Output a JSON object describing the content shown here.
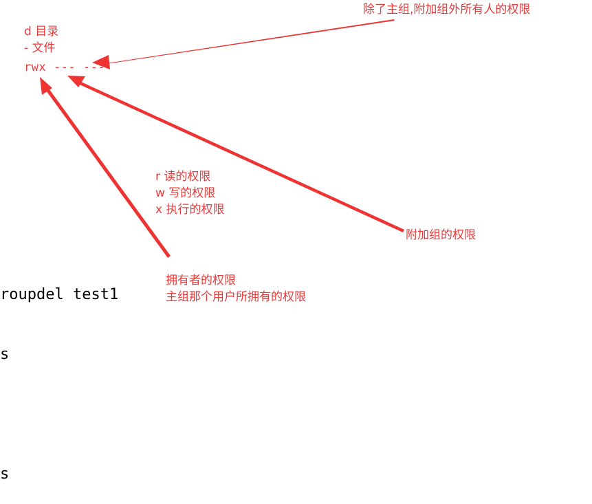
{
  "legend_types": {
    "dir": "d  目录",
    "file": "-  文件"
  },
  "legend_rwx": "rwx  ---   ---",
  "annotations": {
    "others": "除了主组,附加组外所有人的权限",
    "perm_read": "r  读的权限",
    "perm_write": "w 写的权限",
    "perm_exec": "x 执行的权限",
    "group": "附加组的权限",
    "owner_line1": "拥有者的权限",
    "owner_line2": "主组那个用户所拥有的权限"
  },
  "terminal": {
    "line1": "roupdel test1",
    "line2": "s",
    "line3": "",
    "line4": "s"
  },
  "colors": {
    "annotation": "#e63c3c",
    "arrow": "#ee3333",
    "terminal_text": "#000000"
  }
}
